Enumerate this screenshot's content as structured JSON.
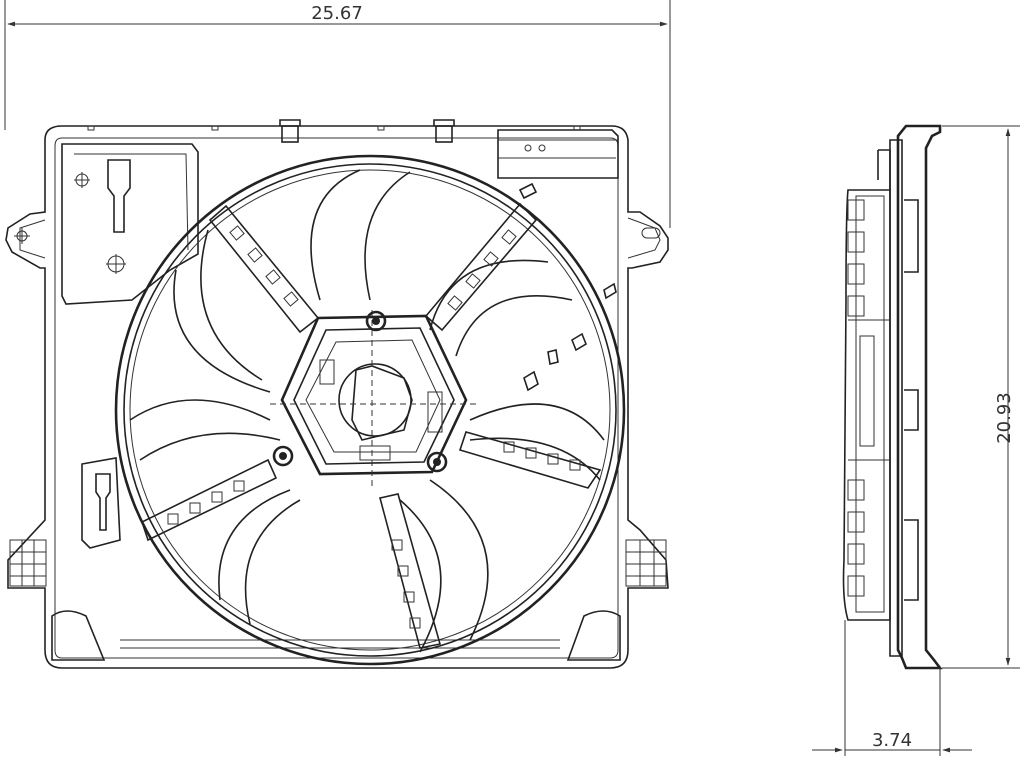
{
  "dimensions": {
    "width": "25.67",
    "height": "20.93",
    "depth": "3.74"
  },
  "colors": {
    "line": "#222222",
    "text": "#333333",
    "background": "#ffffff"
  }
}
